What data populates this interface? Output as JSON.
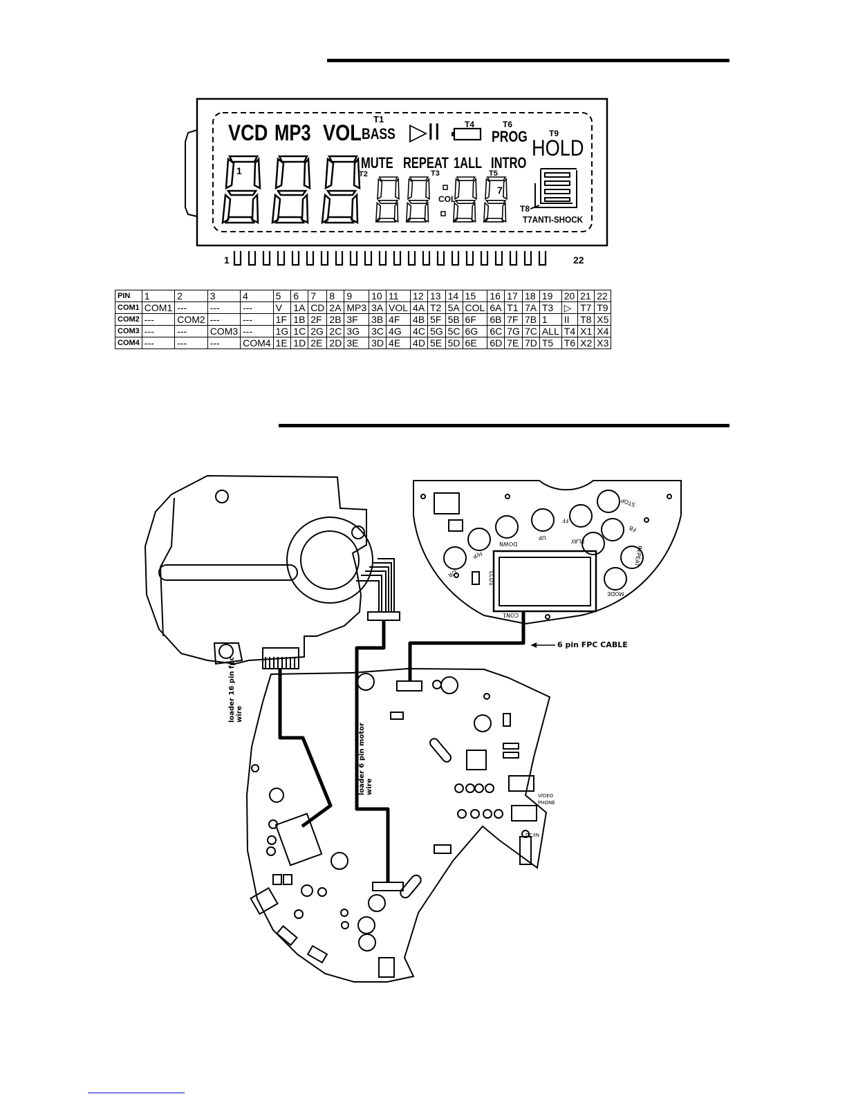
{
  "lcd": {
    "labels": {
      "vcd": "VCD",
      "mp3": "MP3",
      "vol": "VOL",
      "bass": "BASS",
      "t1": "T1",
      "play_pause": "▷II",
      "t4": "T4",
      "t6": "T6",
      "prog": "PROG",
      "t9": "T9",
      "hold": "HOLD",
      "mute": "MUTE",
      "repeat": "REPEAT",
      "one_all": "1ALL",
      "intro": "INTRO",
      "t2": "T2",
      "t3": "T3",
      "t5": "T5",
      "col": "COL",
      "t8": "T8",
      "t7_antishock": "T7ANTI-SHOCK",
      "digit1": "1",
      "digit7": "7",
      "pin_first": "1",
      "pin_last": "22"
    },
    "pin_count": 22
  },
  "pin_table": {
    "header": [
      "PIN",
      "1",
      "2",
      "3",
      "4",
      "5",
      "6",
      "7",
      "8",
      "9",
      "10",
      "11",
      "12",
      "13",
      "14",
      "15",
      "16",
      "17",
      "18",
      "19",
      "20",
      "21",
      "22"
    ],
    "rows": [
      [
        "COM1",
        "COM1",
        "---",
        "---",
        "---",
        "V",
        "1A",
        "CD",
        "2A",
        "MP3",
        "3A",
        "VOL",
        "4A",
        "T2",
        "5A",
        "COL",
        "6A",
        "T1",
        "7A",
        "T3",
        "▷",
        "T7",
        "T9"
      ],
      [
        "COM2",
        "---",
        "COM2",
        "---",
        "---",
        "1F",
        "1B",
        "2F",
        "2B",
        "3F",
        "3B",
        "4F",
        "4B",
        "5F",
        "5B",
        "6F",
        "6B",
        "7F",
        "7B",
        "1",
        "II",
        "T8",
        "X5"
      ],
      [
        "COM3",
        "---",
        "---",
        "COM3",
        "---",
        "1G",
        "1C",
        "2G",
        "2C",
        "3G",
        "3C",
        "4G",
        "4C",
        "5G",
        "5C",
        "6G",
        "6C",
        "7G",
        "7C",
        "ALL",
        "T4",
        "X1",
        "X4"
      ],
      [
        "COM4",
        "---",
        "---",
        "---",
        "COM4",
        "1E",
        "1D",
        "2E",
        "2D",
        "3E",
        "3D",
        "4E",
        "4D",
        "5E",
        "5D",
        "6E",
        "6D",
        "7E",
        "7D",
        "T5",
        "T6",
        "X2",
        "X3"
      ]
    ]
  },
  "wiring": {
    "fpc_cable_label": "6 pin FPC CABLE",
    "loader_fpc_label": "loader 16 pin fpc wire",
    "loader_motor_label": "loader 6 pin motor wire",
    "buttons": [
      "STOP",
      "FF",
      "DOWN",
      "UP",
      "PLAY",
      "FB",
      "H/P",
      "L/R",
      "REPEAT",
      "MODE"
    ],
    "lcd_board_label": "LCD1",
    "connector_label": "CON1",
    "jack_labels": [
      "VIDEO",
      "PHONE",
      "DC/IN"
    ]
  },
  "colors": {
    "ink": "#000000",
    "background": "#ffffff",
    "footer_line": "#0000cc"
  }
}
